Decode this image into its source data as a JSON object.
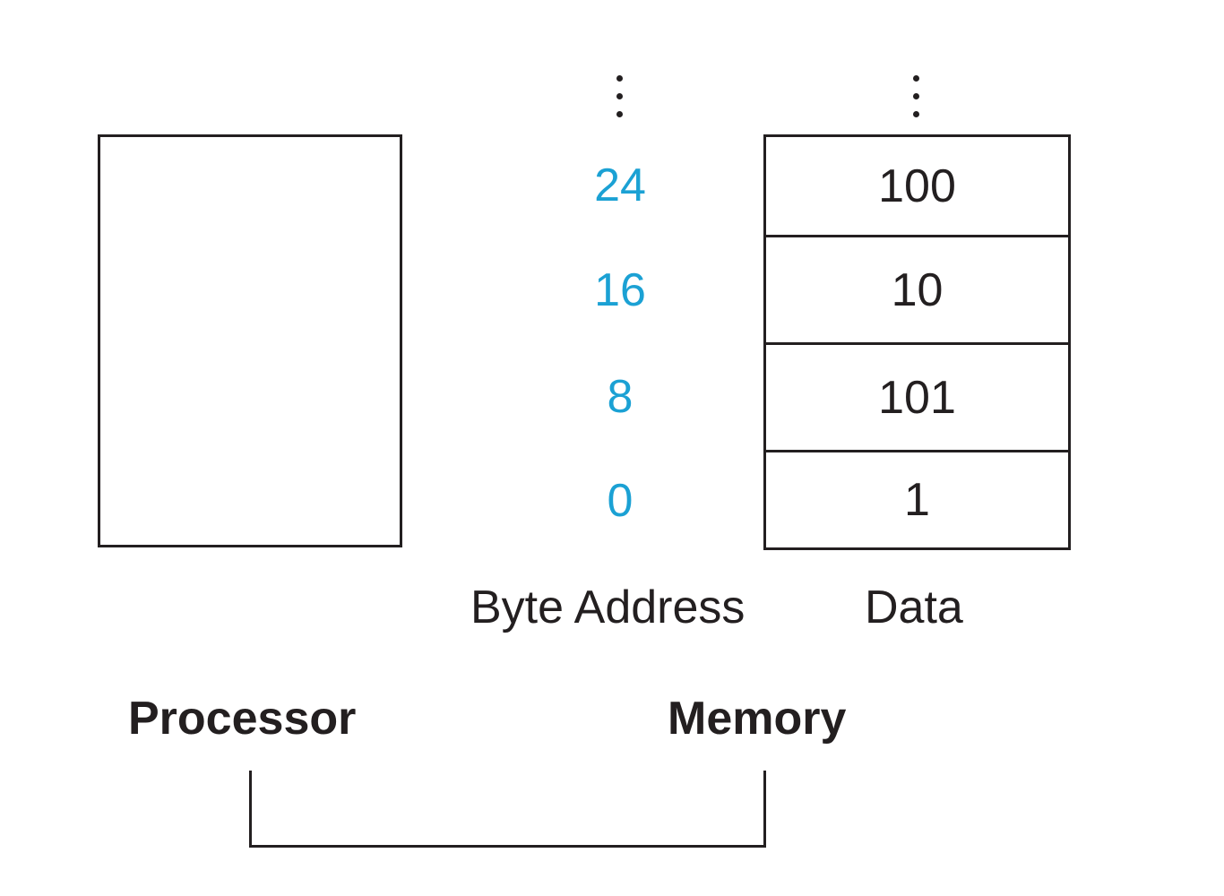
{
  "diagram": {
    "labels": {
      "processor": "Processor",
      "memory": "Memory",
      "byte_address_header": "Byte Address",
      "data_header": "Data"
    },
    "ellipsis": "⋮",
    "memory_words": [
      {
        "address": "24",
        "data": "100"
      },
      {
        "address": "16",
        "data": "10"
      },
      {
        "address": "8",
        "data": "101"
      },
      {
        "address": "0",
        "data": "1"
      }
    ],
    "colors": {
      "address_text": "#1ba1d4",
      "line_and_text": "#231f20"
    }
  }
}
